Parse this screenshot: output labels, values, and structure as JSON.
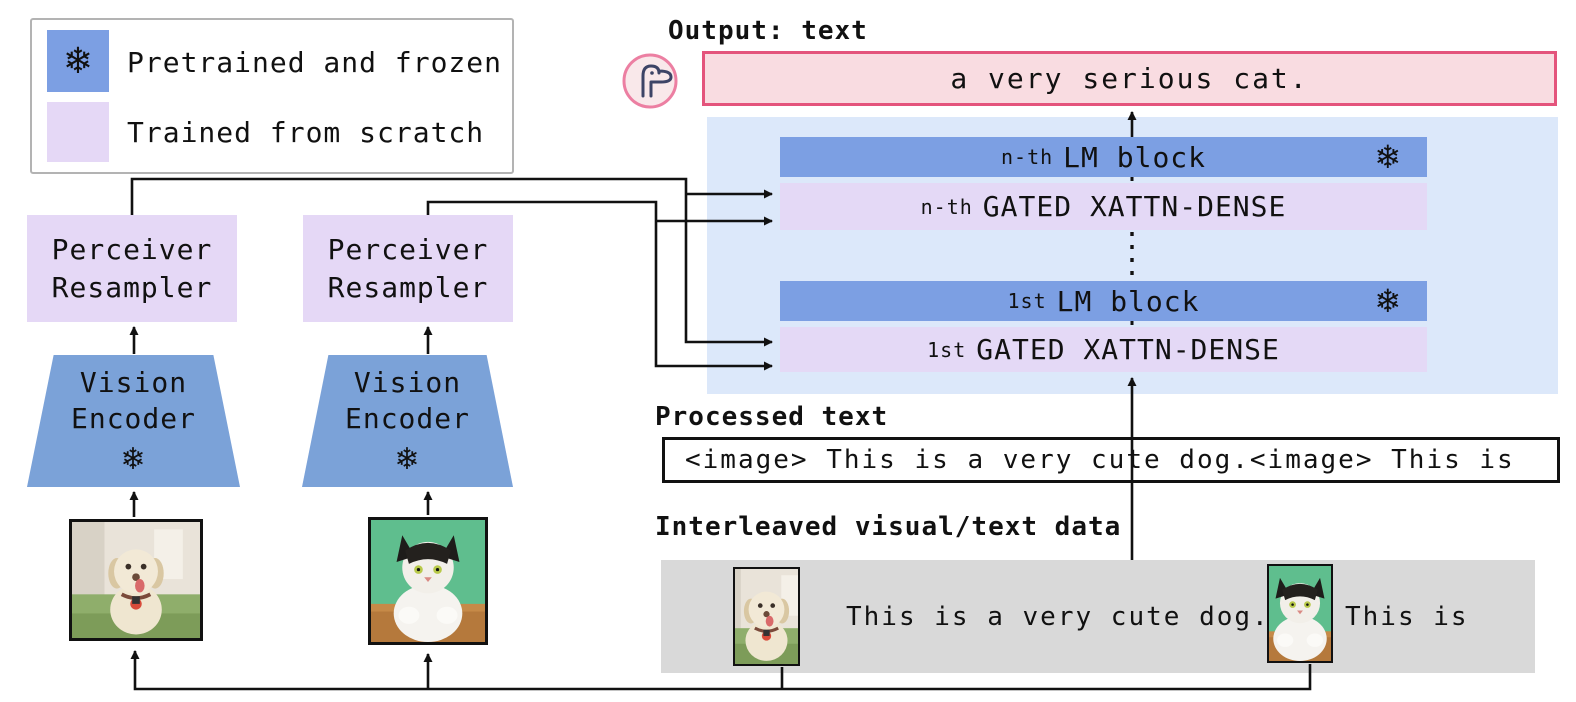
{
  "legend": {
    "items": [
      {
        "label": "Pretrained and frozen",
        "swatch": "blue-frozen"
      },
      {
        "label": "Trained from scratch",
        "swatch": "purple-trained"
      }
    ]
  },
  "output": {
    "label": "Output: text",
    "text": "a very serious cat."
  },
  "lm_stack": {
    "nth_lm": {
      "prefix": "n-th",
      "label": "LM block"
    },
    "nth_xattn": {
      "prefix": "n-th",
      "label": "GATED XATTN-DENSE"
    },
    "first_lm": {
      "prefix": "1st",
      "label": "LM block"
    },
    "first_xattn": {
      "prefix": "1st",
      "label": "GATED XATTN-DENSE"
    }
  },
  "processed": {
    "label": "Processed text",
    "text": "<image> This is a very cute dog.<image> This is"
  },
  "interleaved": {
    "label": "Interleaved visual/text data",
    "text_after_dog": "This is a very cute dog.",
    "text_after_cat": "This is"
  },
  "left_column": {
    "vision_encoder_label": "Vision\nEncoder",
    "perceiver_resampler_label": "Perceiver\nResampler"
  },
  "icons": {
    "snowflake": "❄",
    "flamingo": "flamingo-head-icon"
  },
  "colors": {
    "frozen_blue": "#7c9fe3",
    "trained_purple": "#e4d9f6",
    "panel_light_blue": "#dce8fa",
    "output_pink_fill": "#f9dce1",
    "output_pink_border": "#e4547c",
    "interleaved_gray": "#d9d9d9",
    "line_black": "#111111"
  }
}
